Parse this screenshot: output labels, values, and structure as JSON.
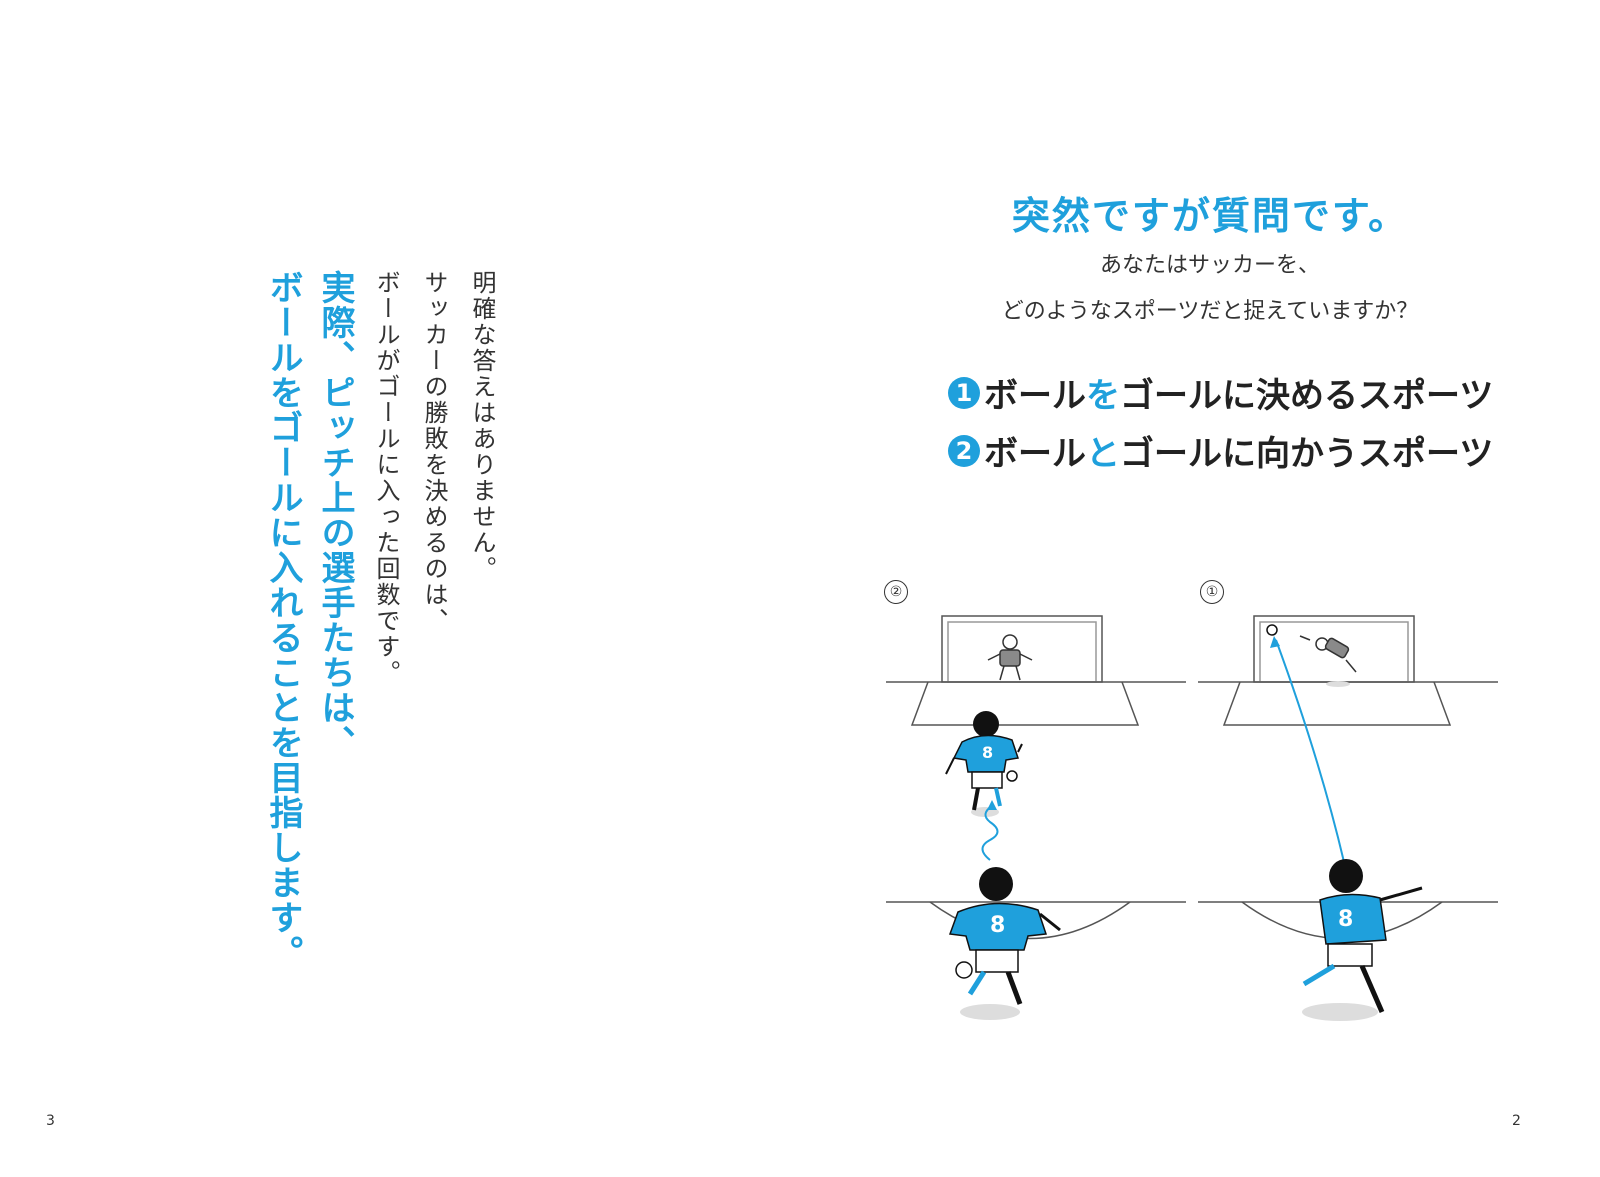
{
  "left_page": {
    "lines": [
      "明確な答えはありません。",
      "サッカーの勝敗を決めるのは、",
      "ボールがゴールに入った回数です。"
    ],
    "emphasis_lines": [
      "実際、ピッチ上の選手たちは、",
      "ボールをゴールに入れることを目指します。"
    ],
    "page_number": "3"
  },
  "right_page": {
    "title": "突然ですが質問です。",
    "question_line1": "あなたはサッカーを、",
    "question_line2": "どのようなスポーツだと捉えていますか？",
    "options": [
      {
        "number": "1",
        "before": "ボール",
        "highlight": "を",
        "after": "ゴールに決めるスポーツ"
      },
      {
        "number": "2",
        "before": "ボール",
        "highlight": "と",
        "after": "ゴールに向かうスポーツ"
      }
    ],
    "illustration_labels": {
      "left": "②",
      "right": "①"
    },
    "page_number": "2"
  },
  "colors": {
    "accent": "#1fa0dc",
    "text": "#222222"
  },
  "player_number": "8"
}
